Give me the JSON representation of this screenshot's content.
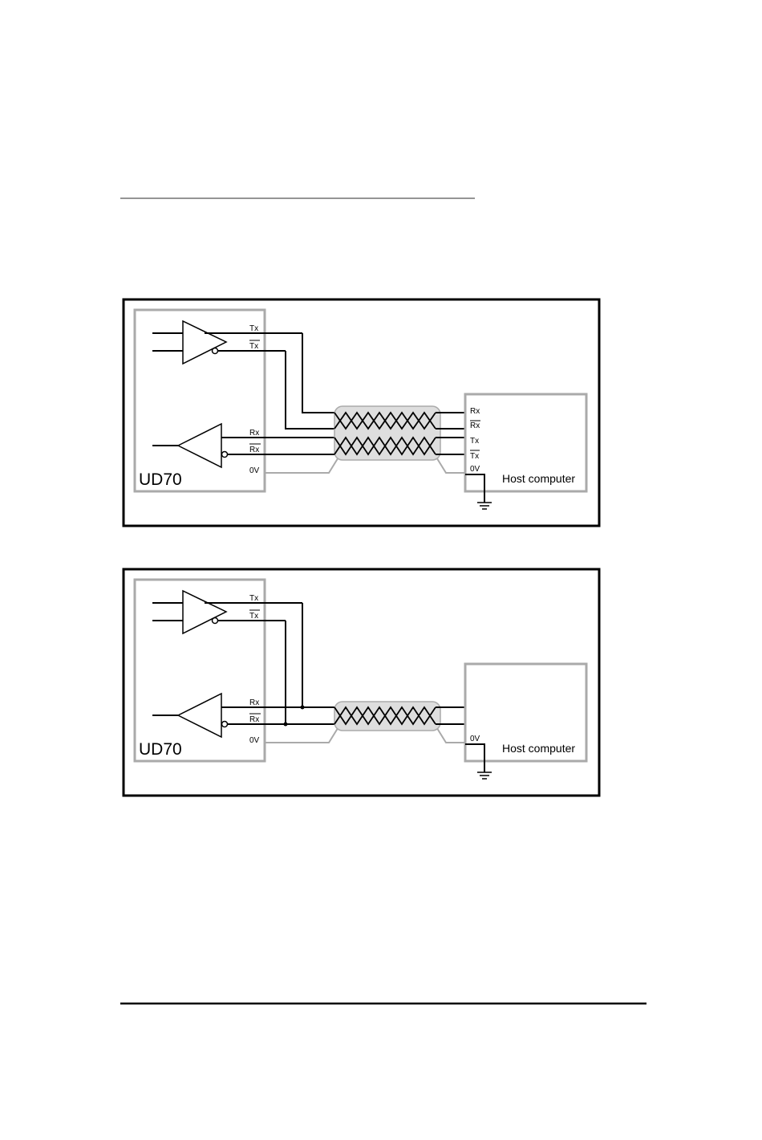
{
  "diagrams": [
    {
      "ud70": {
        "name": "UD70",
        "pins": [
          "Tx",
          "Tx",
          "Rx",
          "Rx",
          "0V"
        ]
      },
      "host": {
        "name": "Host computer",
        "pins": [
          "Rx",
          "Rx",
          "Tx",
          "Tx",
          "0V"
        ]
      }
    },
    {
      "ud70": {
        "name": "UD70",
        "pins": [
          "Tx",
          "Tx",
          "Rx",
          "Rx",
          "0V"
        ]
      },
      "host": {
        "name": "Host computer",
        "pins": [
          "0V"
        ]
      }
    }
  ],
  "colors": {
    "line": "#000000",
    "box": "#aaaaaa",
    "cable_fill": "#dedede"
  }
}
